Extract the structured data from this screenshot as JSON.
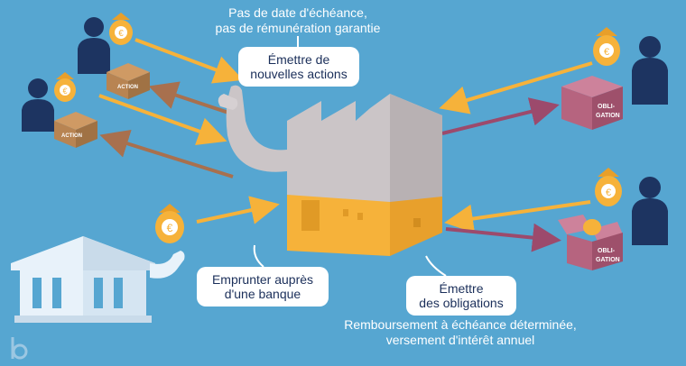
{
  "top_caption": {
    "line1": "Pas de date d'échéance,",
    "line2": "pas de rémunération garantie"
  },
  "bubble_actions": {
    "line1": "Émettre de",
    "line2": "nouvelles actions"
  },
  "bubble_bank": {
    "line1": "Emprunter auprès",
    "line2": "d'une banque"
  },
  "bubble_bonds": {
    "line1": "Émettre",
    "line2": "des obligations"
  },
  "bottom_caption": {
    "line1": "Remboursement à échéance déterminée,",
    "line2": "versement d'intérêt annuel"
  },
  "box_labels": {
    "action": "ACTION",
    "obligation_line1": "OBLI-",
    "obligation_line2": "GATION"
  },
  "money_symbol": "€",
  "colors": {
    "background": "#56a6d1",
    "arrow_yellow": "#f6b23a",
    "arrow_brown": "#a8704e",
    "arrow_plum": "#9c4a6c",
    "factory": "#cbc5c7",
    "factory_base": "#f6b23a",
    "person": "#1d3461",
    "action_box": "#b88452",
    "obligation_box": "#b6647f",
    "bank": "#e8f2fa",
    "bubble_text": "#1b2f5a"
  },
  "icons": [
    "person-icon",
    "money-bag-icon",
    "action-box-icon",
    "obligation-box-icon",
    "factory-icon",
    "bank-icon",
    "logo-icon"
  ]
}
